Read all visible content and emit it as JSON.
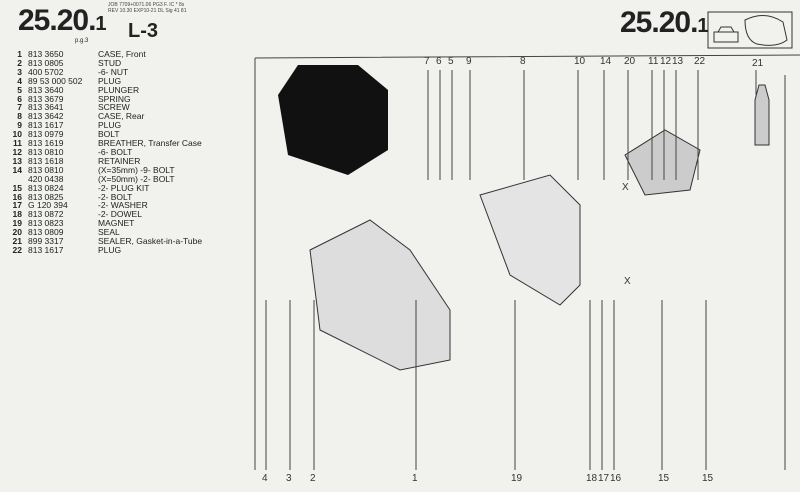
{
  "header": {
    "page_left": "25.20.",
    "page_left_suffix": "1",
    "page_left_sub": "p.g.3",
    "job_line1": "JOB 7709+0071.06 PG3 F. IC * 8s",
    "job_line2": "REV 10.30 EXP10-21 DL Sig 41 81",
    "section": "L-3",
    "page_right": "25.20.",
    "page_right_suffix": "1"
  },
  "parts": [
    {
      "no": "1",
      "part": "813 3650",
      "desc": "CASE, Front"
    },
    {
      "no": "2",
      "part": "813 0805",
      "desc": "STUD"
    },
    {
      "no": "3",
      "part": "400 5702",
      "desc": "-6- NUT"
    },
    {
      "no": "4",
      "part": "89 53 000 502",
      "desc": "PLUG"
    },
    {
      "no": "5",
      "part": "813 3640",
      "desc": "PLUNGER"
    },
    {
      "no": "6",
      "part": "813 3679",
      "desc": "SPRING"
    },
    {
      "no": "7",
      "part": "813 3641",
      "desc": "SCREW"
    },
    {
      "no": "8",
      "part": "813 3642",
      "desc": "CASE, Rear"
    },
    {
      "no": "9",
      "part": "813 1617",
      "desc": "PLUG"
    },
    {
      "no": "10",
      "part": "813 0979",
      "desc": "BOLT"
    },
    {
      "no": "11",
      "part": "813 1619",
      "desc": "BREATHER, Transfer Case"
    },
    {
      "no": "12",
      "part": "813 0810",
      "desc": "-6- BOLT"
    },
    {
      "no": "13",
      "part": "813 1618",
      "desc": "RETAINER"
    },
    {
      "no": "14",
      "part": "813 0810",
      "desc": "(X=35mm)  -9- BOLT"
    },
    {
      "no": "",
      "part": "420 0438",
      "desc": "(X=50mm)  -2- BOLT"
    },
    {
      "no": "15",
      "part": "813 0824",
      "desc": "-2- PLUG KIT"
    },
    {
      "no": "16",
      "part": "813 0825",
      "desc": "-2- BOLT"
    },
    {
      "no": "17",
      "part": "G 120 394",
      "desc": "-2- WASHER"
    },
    {
      "no": "18",
      "part": "813 0872",
      "desc": "-2- DOWEL"
    },
    {
      "no": "19",
      "part": "813 0823",
      "desc": "MAGNET"
    },
    {
      "no": "20",
      "part": "813 0809",
      "desc": "SEAL"
    },
    {
      "no": "21",
      "part": "899 3317",
      "desc": "SEALER, Gasket-in-a-Tube"
    },
    {
      "no": "22",
      "part": "813 1617",
      "desc": "PLUG"
    }
  ],
  "callouts_top": [
    "7",
    "6",
    "5",
    "9",
    "8",
    "10",
    "14",
    "20",
    "11",
    "12",
    "13",
    "22",
    "21"
  ],
  "callouts_bottom": [
    "4",
    "3",
    "2",
    "1",
    "19",
    "18",
    "17",
    "16",
    "15",
    "15"
  ],
  "markers": [
    "X",
    "X"
  ]
}
